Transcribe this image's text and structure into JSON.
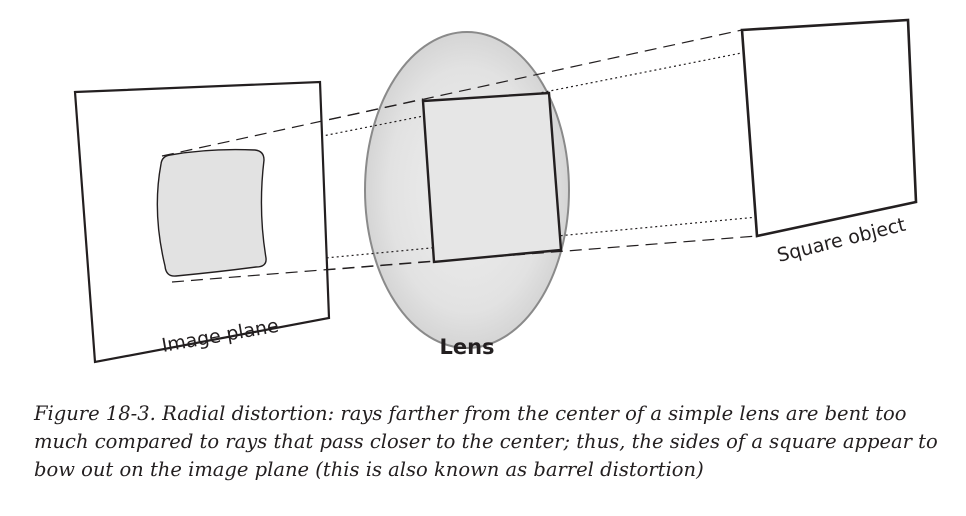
{
  "diagram": {
    "image_plane_label": "Image plane",
    "lens_label": "Lens",
    "object_label": "Square object"
  },
  "caption": {
    "text": "Figure 18-3. Radial distortion: rays farther from the center of a simple lens are bent too much compared to rays that pass closer to the center; thus, the sides of a square appear to bow out on the image plane (this is also known as barrel distortion)"
  }
}
